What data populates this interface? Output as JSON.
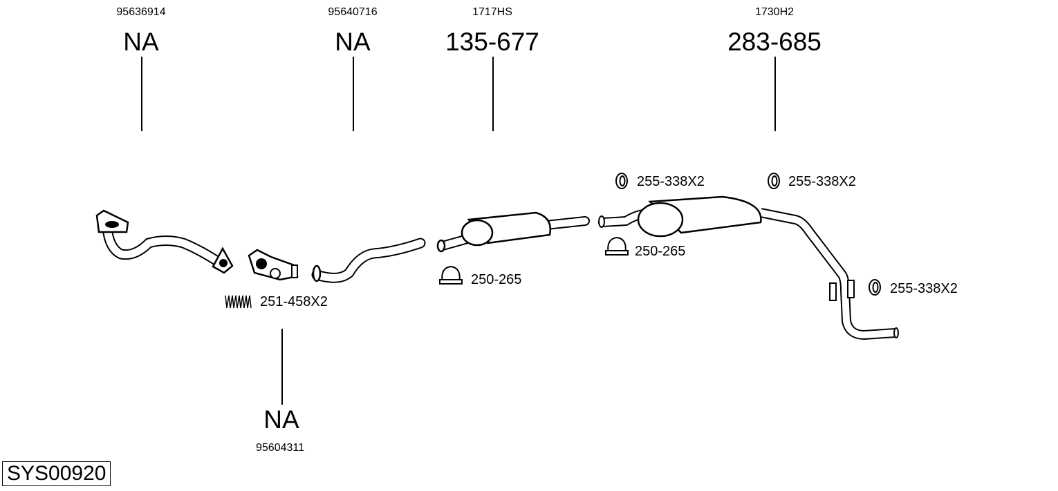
{
  "diagram_id": "SYS00920",
  "parts": [
    {
      "oem": "95636914",
      "ref": "NA"
    },
    {
      "oem": "95640716",
      "ref": "NA"
    },
    {
      "oem": "1717HS",
      "ref": "135-677"
    },
    {
      "oem": "1730H2",
      "ref": "283-685"
    },
    {
      "oem": "95604311",
      "ref": "NA"
    }
  ],
  "accessories": [
    {
      "ref": "251-458X2",
      "icon": "spring"
    },
    {
      "ref": "250-265",
      "icon": "clamp"
    },
    {
      "ref": "250-265",
      "icon": "clamp"
    },
    {
      "ref": "255-338X2",
      "icon": "rubber-ring"
    },
    {
      "ref": "255-338X2",
      "icon": "rubber-ring"
    },
    {
      "ref": "255-338X2",
      "icon": "rubber-ring"
    }
  ]
}
